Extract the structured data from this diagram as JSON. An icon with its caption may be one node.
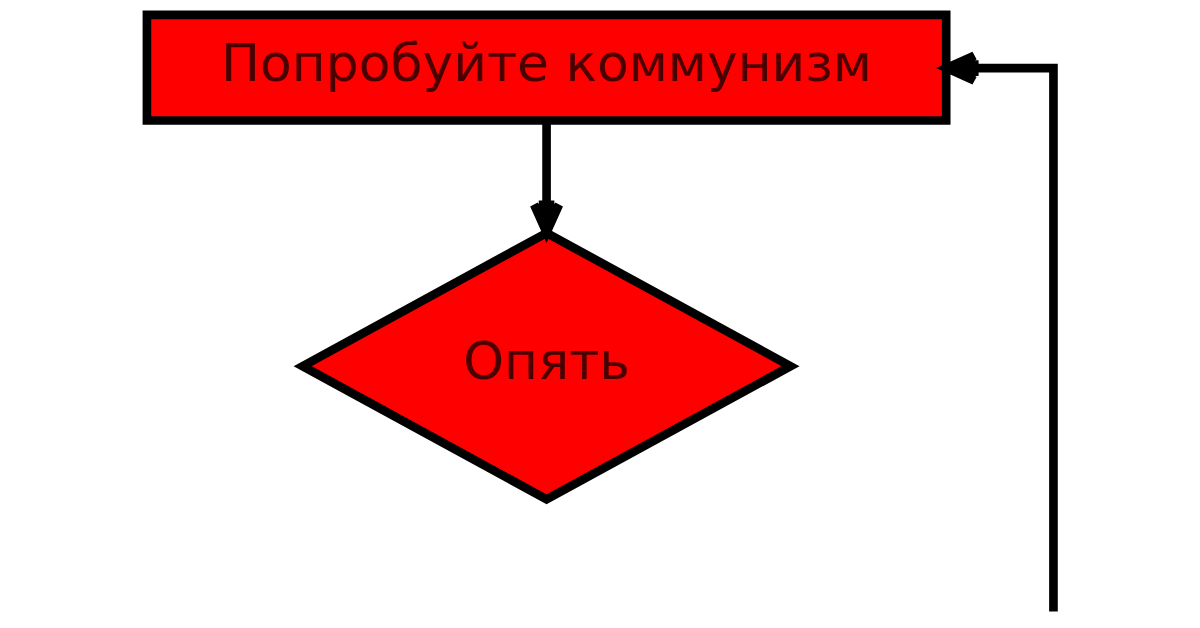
{
  "diagram": {
    "nodes": [
      {
        "text": [
          "Попробуйте коммунизм"
        ]
      },
      {
        "text": [
          "Опять"
        ]
      }
    ],
    "edges": [
      {
        "from": 0,
        "to": 1,
        "arrow": "to"
      },
      {
        "from": null,
        "to": 0,
        "arrow": "to"
      }
    ]
  }
}
